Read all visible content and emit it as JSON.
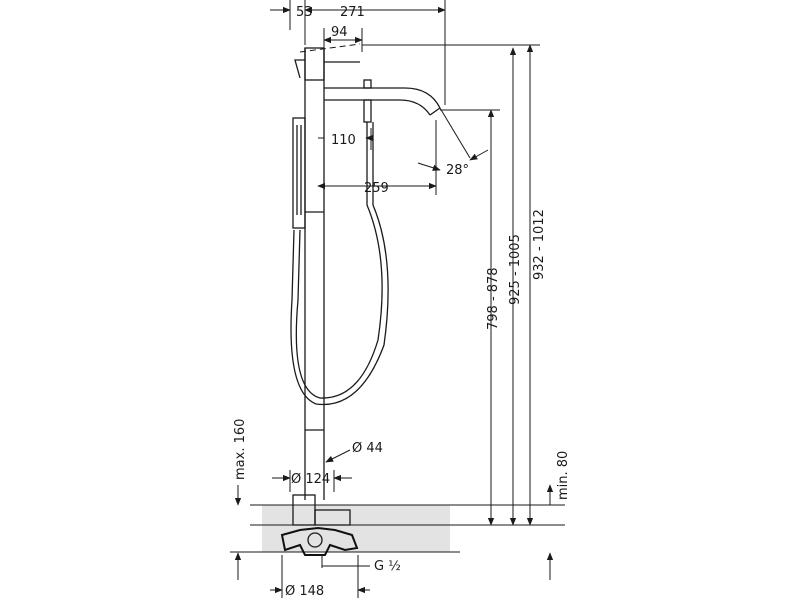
{
  "dimensions": {
    "d53": "53",
    "d271": "271",
    "d94": "94",
    "d110": "110",
    "d259": "259",
    "d28": "28°",
    "d798_878": "798 - 878",
    "d925_1005": "925 - 1005",
    "d932_1012": "932 - 1012",
    "dmax160": "max. 160",
    "dmin80": "min. 80",
    "dphi44": "Ø 44",
    "dphi124": "Ø 124",
    "dphi148": "Ø 148",
    "dG12": "G ½"
  },
  "colors": {
    "line": "#1a1a1a",
    "floor": "#e3e3e3",
    "background": "#ffffff"
  }
}
